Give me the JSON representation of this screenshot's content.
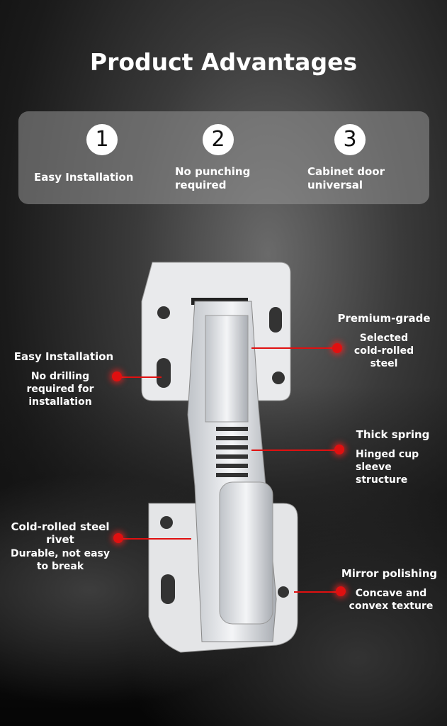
{
  "title": "Product Advantages",
  "advantages": [
    {
      "number": "1",
      "label": "Easy Installation"
    },
    {
      "number": "2",
      "label": "No punching required"
    },
    {
      "number": "3",
      "label": "Cabinet door universal"
    }
  ],
  "callouts": [
    {
      "heading": "Premium-grade",
      "detail": "Selected cold-rolled steel"
    },
    {
      "heading": "Easy Installation",
      "detail": "No drilling required for installation"
    },
    {
      "heading": "Thick spring",
      "detail": "Hinged cup sleeve structure"
    },
    {
      "heading": "Cold-rolled steel rivet",
      "detail": "Durable, not easy to break"
    },
    {
      "heading": "Mirror polishing",
      "detail": "Concave and convex texture"
    }
  ],
  "colors": {
    "accent": "#e01010"
  }
}
